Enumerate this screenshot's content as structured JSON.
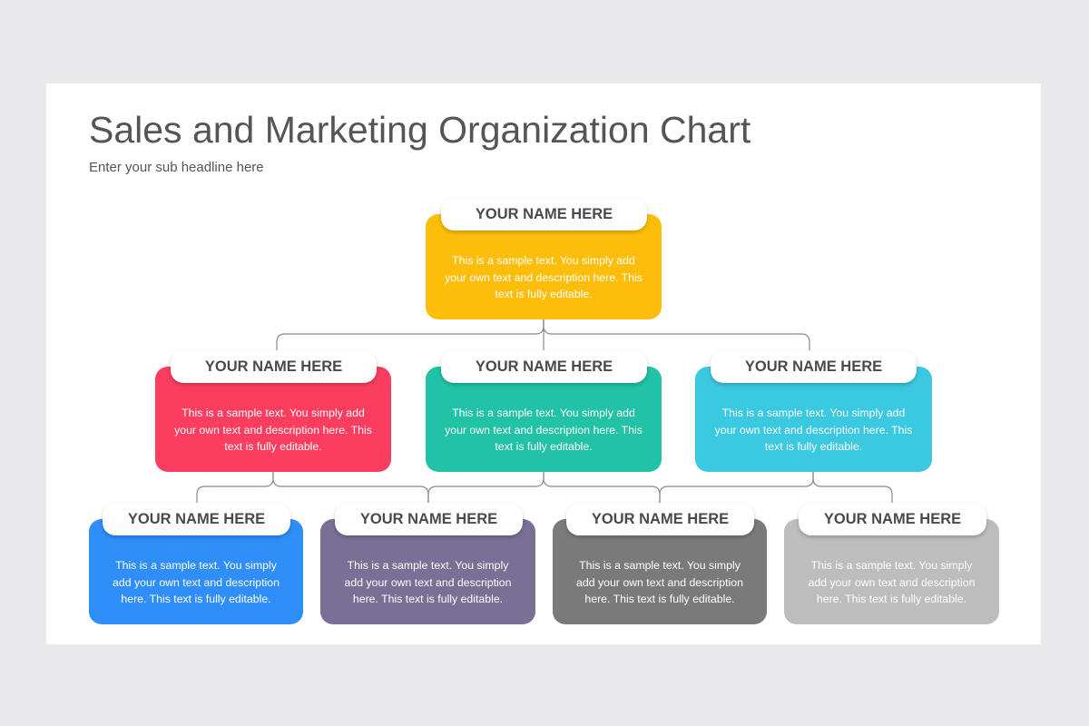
{
  "slide": {
    "title": "Sales and Marketing Organization Chart",
    "subtitle": "Enter your sub headline here"
  },
  "nodes": [
    {
      "name": "YOUR NAME HERE",
      "text": "This is a sample text. You simply add your own text and description here. This text is fully editable.",
      "color": "#fcbe0a",
      "level": 1
    },
    {
      "name": "YOUR NAME HERE",
      "text": "This is a sample text. You simply add your own text and description here. This text is fully editable.",
      "color": "#fb3d5f",
      "level": 2
    },
    {
      "name": "YOUR NAME HERE",
      "text": "This is a sample text. You simply add your own text and description here. This text is fully editable.",
      "color": "#22c2a6",
      "level": 2
    },
    {
      "name": "YOUR NAME HERE",
      "text": "This is a sample text. You simply add your own text and description here. This text is fully editable.",
      "color": "#3bc8e1",
      "level": 2
    },
    {
      "name": "YOUR NAME HERE",
      "text": "This is a sample text. You simply add your own text and description here. This text is fully editable.",
      "color": "#2f8ef8",
      "level": 3
    },
    {
      "name": "YOUR NAME HERE",
      "text": "This is a sample text. You simply add your own text and description here. This text is fully editable.",
      "color": "#7a7096",
      "level": 3
    },
    {
      "name": "YOUR NAME HERE",
      "text": "This is a sample text. You simply add your own text and description here. This text is fully editable.",
      "color": "#7a7a7a",
      "level": 3
    },
    {
      "name": "YOUR NAME HERE",
      "text": "This is a sample text. You simply add your own text and description here. This text is fully editable.",
      "color": "#bdbdbd",
      "level": 3
    }
  ]
}
